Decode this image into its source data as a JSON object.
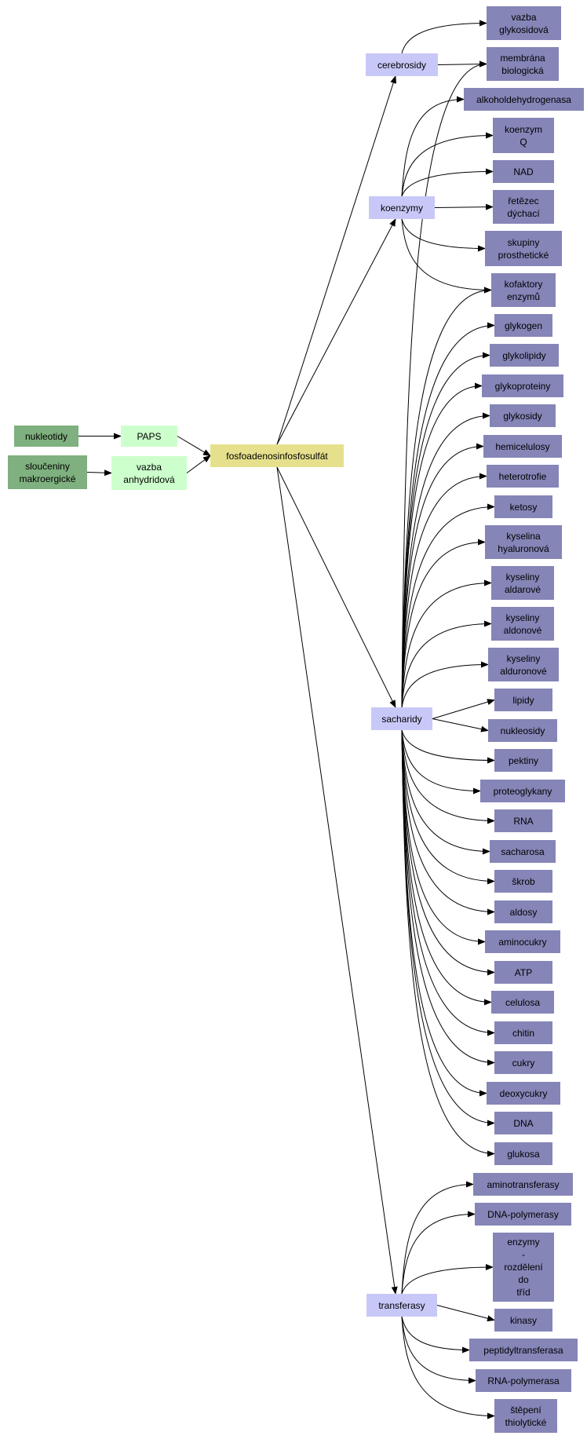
{
  "nodes": {
    "nukleotidy": "nukleotidy",
    "slouceniny": "sloučeniny\nmakroergické",
    "paps": "PAPS",
    "vazba_anh": "vazba\nanhydridová",
    "fosfo": "fosfoadenosinfosfosulfát",
    "cerebrosidy": "cerebrosidy",
    "koenzymy": "koenzymy",
    "sacharidy": "sacharidy",
    "transferasy": "transferasy",
    "vazba_glyk": "vazba\nglykosidová",
    "membrana": "membrána\nbiologická",
    "alkohol": "alkoholdehydrogenasa",
    "koenzym_q": "koenzym\nQ",
    "nad": "NAD",
    "retezec": "řetězec\ndýchací",
    "skupiny": "skupiny\nprosthetické",
    "kofaktory": "kofaktory\nenzymů",
    "glykogen": "glykogen",
    "glykolipidy": "glykolipidy",
    "glykoproteiny": "glykoproteiny",
    "glykosidy": "glykosidy",
    "hemicelulosy": "hemicelulosy",
    "heterotrofie": "heterotrofie",
    "ketosy": "ketosy",
    "kys_hyal": "kyselina\nhyaluronová",
    "kys_aldar": "kyseliny\naldarové",
    "kys_aldon": "kyseliny\naldonové",
    "kys_aldur": "kyseliny\nalduronové",
    "lipidy": "lipidy",
    "nukleosidy": "nukleosidy",
    "pektiny": "pektiny",
    "proteoglykany": "proteoglykany",
    "rna": "RNA",
    "sacharosa": "sacharosa",
    "skrob": "škrob",
    "aldosy": "aldosy",
    "aminocukry": "aminocukry",
    "atp": "ATP",
    "celulosa": "celulosa",
    "chitin": "chitin",
    "cukry": "cukry",
    "deoxycukry": "deoxycukry",
    "dna": "DNA",
    "glukosa": "glukosa",
    "aminotransferasy": "aminotransferasy",
    "dna_pol": "DNA-polymerasy",
    "enzymy": "enzymy\n-\nrozdělení\ndo\ntříd",
    "kinasy": "kinasy",
    "peptidyl": "peptidyltransferasa",
    "rna_pol": "RNA-polymerasa",
    "stepeni": "štěpení\nthiolytické"
  },
  "colors": {
    "root_source": "#7fb07f",
    "intermediate": "#ccffcc",
    "center": "#e6e08c",
    "category": "#c8c8f8",
    "leaf": "#8585b8",
    "edge": "#000000"
  }
}
